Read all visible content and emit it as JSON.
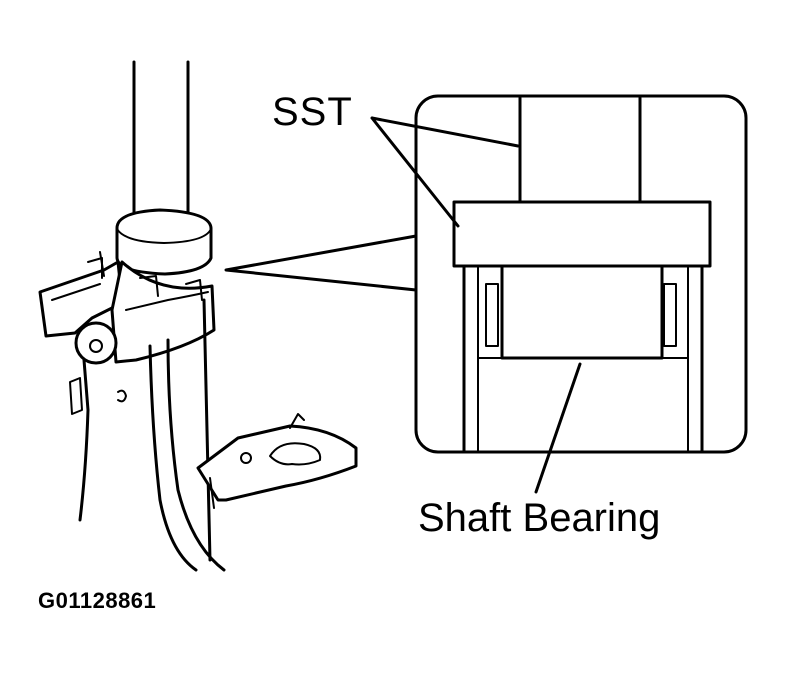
{
  "diagram": {
    "labels": {
      "sst": "SST",
      "shaft_bearing": "Shaft Bearing",
      "figure_code": "G01128861"
    }
  }
}
